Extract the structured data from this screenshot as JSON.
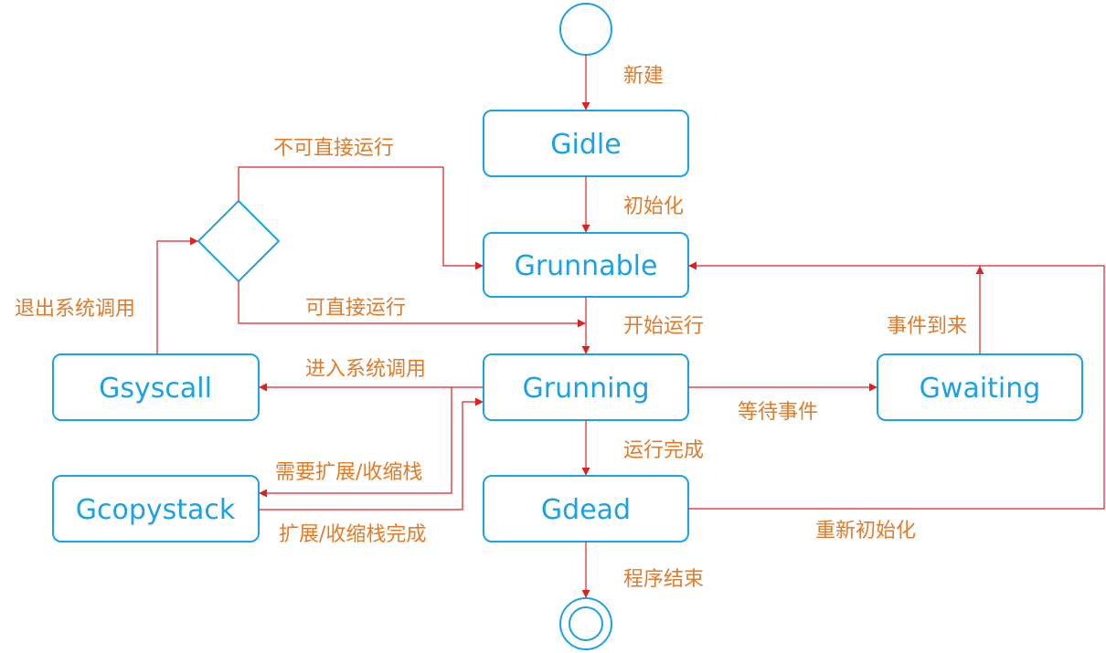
{
  "colors": {
    "node_stroke": "#1aa1e6",
    "node_text": "#1aa1e6",
    "edge": "#e02020",
    "edge_text": "#e07b2a"
  },
  "states": {
    "gidle": "Gidle",
    "grunnable": "Grunnable",
    "grunning": "Grunning",
    "gsyscall": "Gsyscall",
    "gwaiting": "Gwaiting",
    "gcopystack": "Gcopystack",
    "gdead": "Gdead"
  },
  "edges": {
    "create": "新建",
    "init": "初始化",
    "cannot_run_directly": "不可直接运行",
    "can_run_directly": "可直接运行",
    "exit_syscall": "退出系统调用",
    "start_running": "开始运行",
    "enter_syscall": "进入系统调用",
    "wait_event": "等待事件",
    "event_arrived": "事件到来",
    "need_grow_shrink_stack": "需要扩展/收缩栈",
    "grow_shrink_stack_done": "扩展/收缩栈完成",
    "run_finished": "运行完成",
    "reinit": "重新初始化",
    "program_end": "程序结束"
  }
}
